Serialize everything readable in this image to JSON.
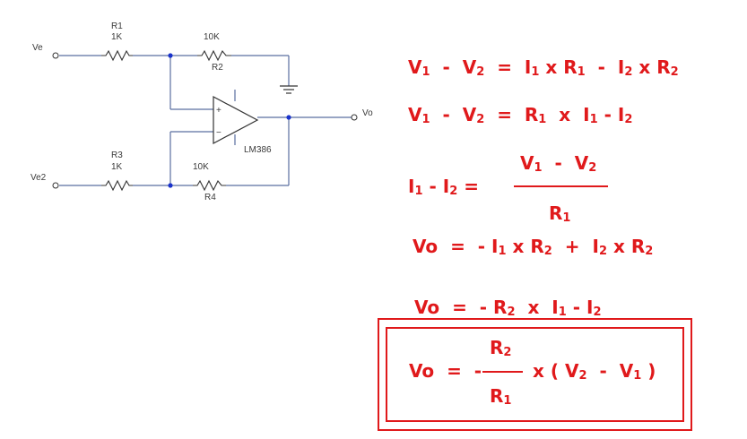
{
  "circuit": {
    "labels": {
      "ve": "Ve",
      "ve2": "Ve2",
      "vo": "Vo",
      "r1_name": "R1",
      "r1_value": "1K",
      "r2_value": "10K",
      "r2_name": "R2",
      "r3_name": "R3",
      "r3_value": "1K",
      "r4_value": "10K",
      "r4_name": "R4",
      "opamp_plus": "+",
      "opamp_minus": "−",
      "opamp_model": "LM386"
    },
    "colors": {
      "wire": "#5a6fa0",
      "node": "#1a33cc",
      "component": "#333333"
    }
  },
  "equations": {
    "accent_color": "#e0191b",
    "eq1": {
      "v1": "V",
      "sub1": "1",
      "minus": "-",
      "v2": "V",
      "sub2": "2",
      "equals": "=",
      "i1": "I",
      "isub1": "1",
      "times1": "x",
      "r1": "R",
      "rsub1": "1",
      "minus2": "-",
      "i2": "I",
      "isub2": "2",
      "times2": "x",
      "r2": "R",
      "rsub2": "2"
    },
    "eq2": {
      "v1": "V",
      "sub1": "1",
      "minus": "-",
      "v2": "V",
      "sub2": "2",
      "equals": "=",
      "r1": "R",
      "rsub1": "1",
      "times": "x",
      "i1": "I",
      "isub1": "1",
      "minus2": "-",
      "i2": "I",
      "isub2": "2"
    },
    "eq3": {
      "i1": "I",
      "isub1": "1",
      "minus": "-",
      "i2": "I",
      "isub2": "2",
      "equals": "=",
      "num_v1": "V",
      "num_sub1": "1",
      "num_minus": "-",
      "num_v2": "V",
      "num_sub2": "2",
      "den_r": "R",
      "den_sub": "1"
    },
    "eq4": {
      "vo": "Vo",
      "equals": "=",
      "neg": "-",
      "i1": "I",
      "isub1": "1",
      "times1": "x",
      "r2a": "R",
      "rsub2a": "2",
      "plus": "+",
      "i2": "I",
      "isub2": "2",
      "times2": "x",
      "r2b": "R",
      "rsub2b": "2"
    },
    "eq5": {
      "vo": "Vo",
      "equals": "=",
      "neg": "-",
      "r": "R",
      "rsub": "2",
      "times": "x",
      "i1": "I",
      "isub1": "1",
      "minus": "-",
      "i2": "I",
      "isub2": "2"
    },
    "final": {
      "vo": "Vo",
      "equals": "=",
      "neg": "-",
      "num_r": "R",
      "num_sub": "2",
      "den_r": "R",
      "den_sub": "1",
      "times": "x",
      "lparen": "(",
      "v2": "V",
      "vsub2": "2",
      "minus": "-",
      "v1": "V",
      "vsub1": "1",
      "rparen": ")"
    }
  }
}
